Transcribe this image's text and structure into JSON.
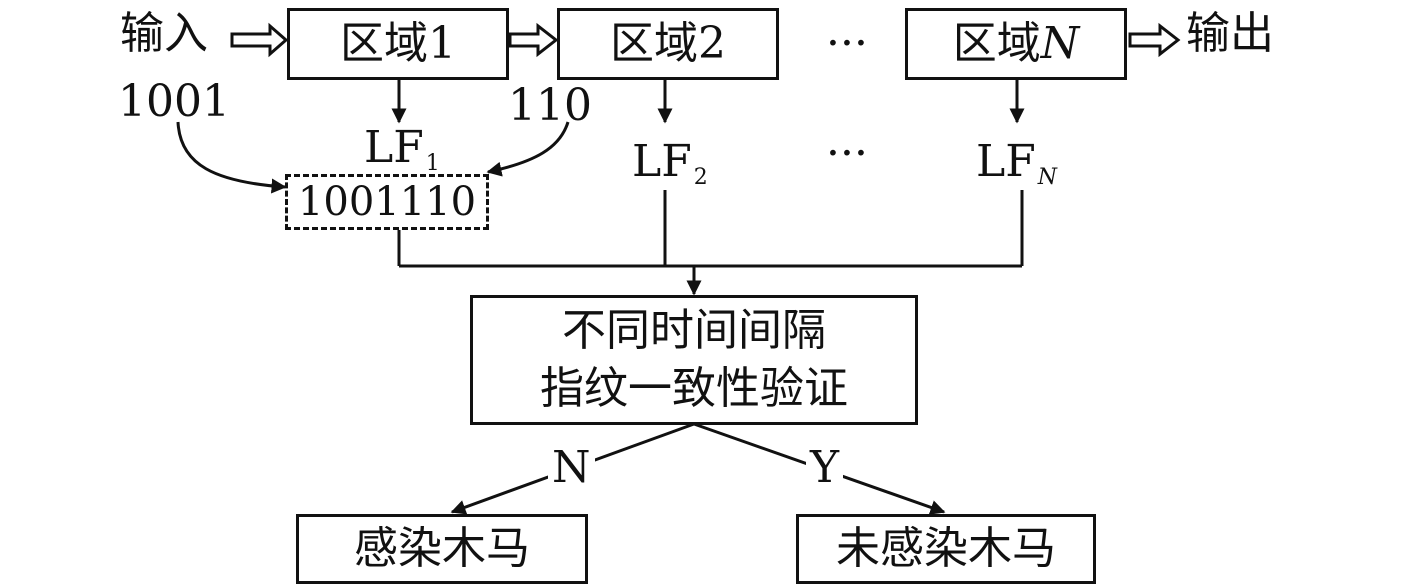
{
  "input": {
    "label": "输入",
    "bits": "1001"
  },
  "output": {
    "label": "输出"
  },
  "regions": [
    {
      "label": "区域",
      "index": "1"
    },
    {
      "label": "区域",
      "index": "2"
    },
    {
      "label": "区域",
      "index": "N"
    }
  ],
  "ellipsis": "···",
  "fingerprints": [
    {
      "base": "LF",
      "sub": "1"
    },
    {
      "base": "LF",
      "sub": "2"
    },
    {
      "base": "LF",
      "sub": "N"
    }
  ],
  "region1_bits": "110",
  "combined_bits": "1001110",
  "verify": {
    "line1": "不同时间间隔",
    "line2": "指纹一致性验证"
  },
  "branches": {
    "no": "N",
    "yes": "Y"
  },
  "results": {
    "infected": "感染木马",
    "clean": "未感染木马"
  },
  "colors": {
    "stroke": "#111111",
    "background": "#ffffff"
  }
}
